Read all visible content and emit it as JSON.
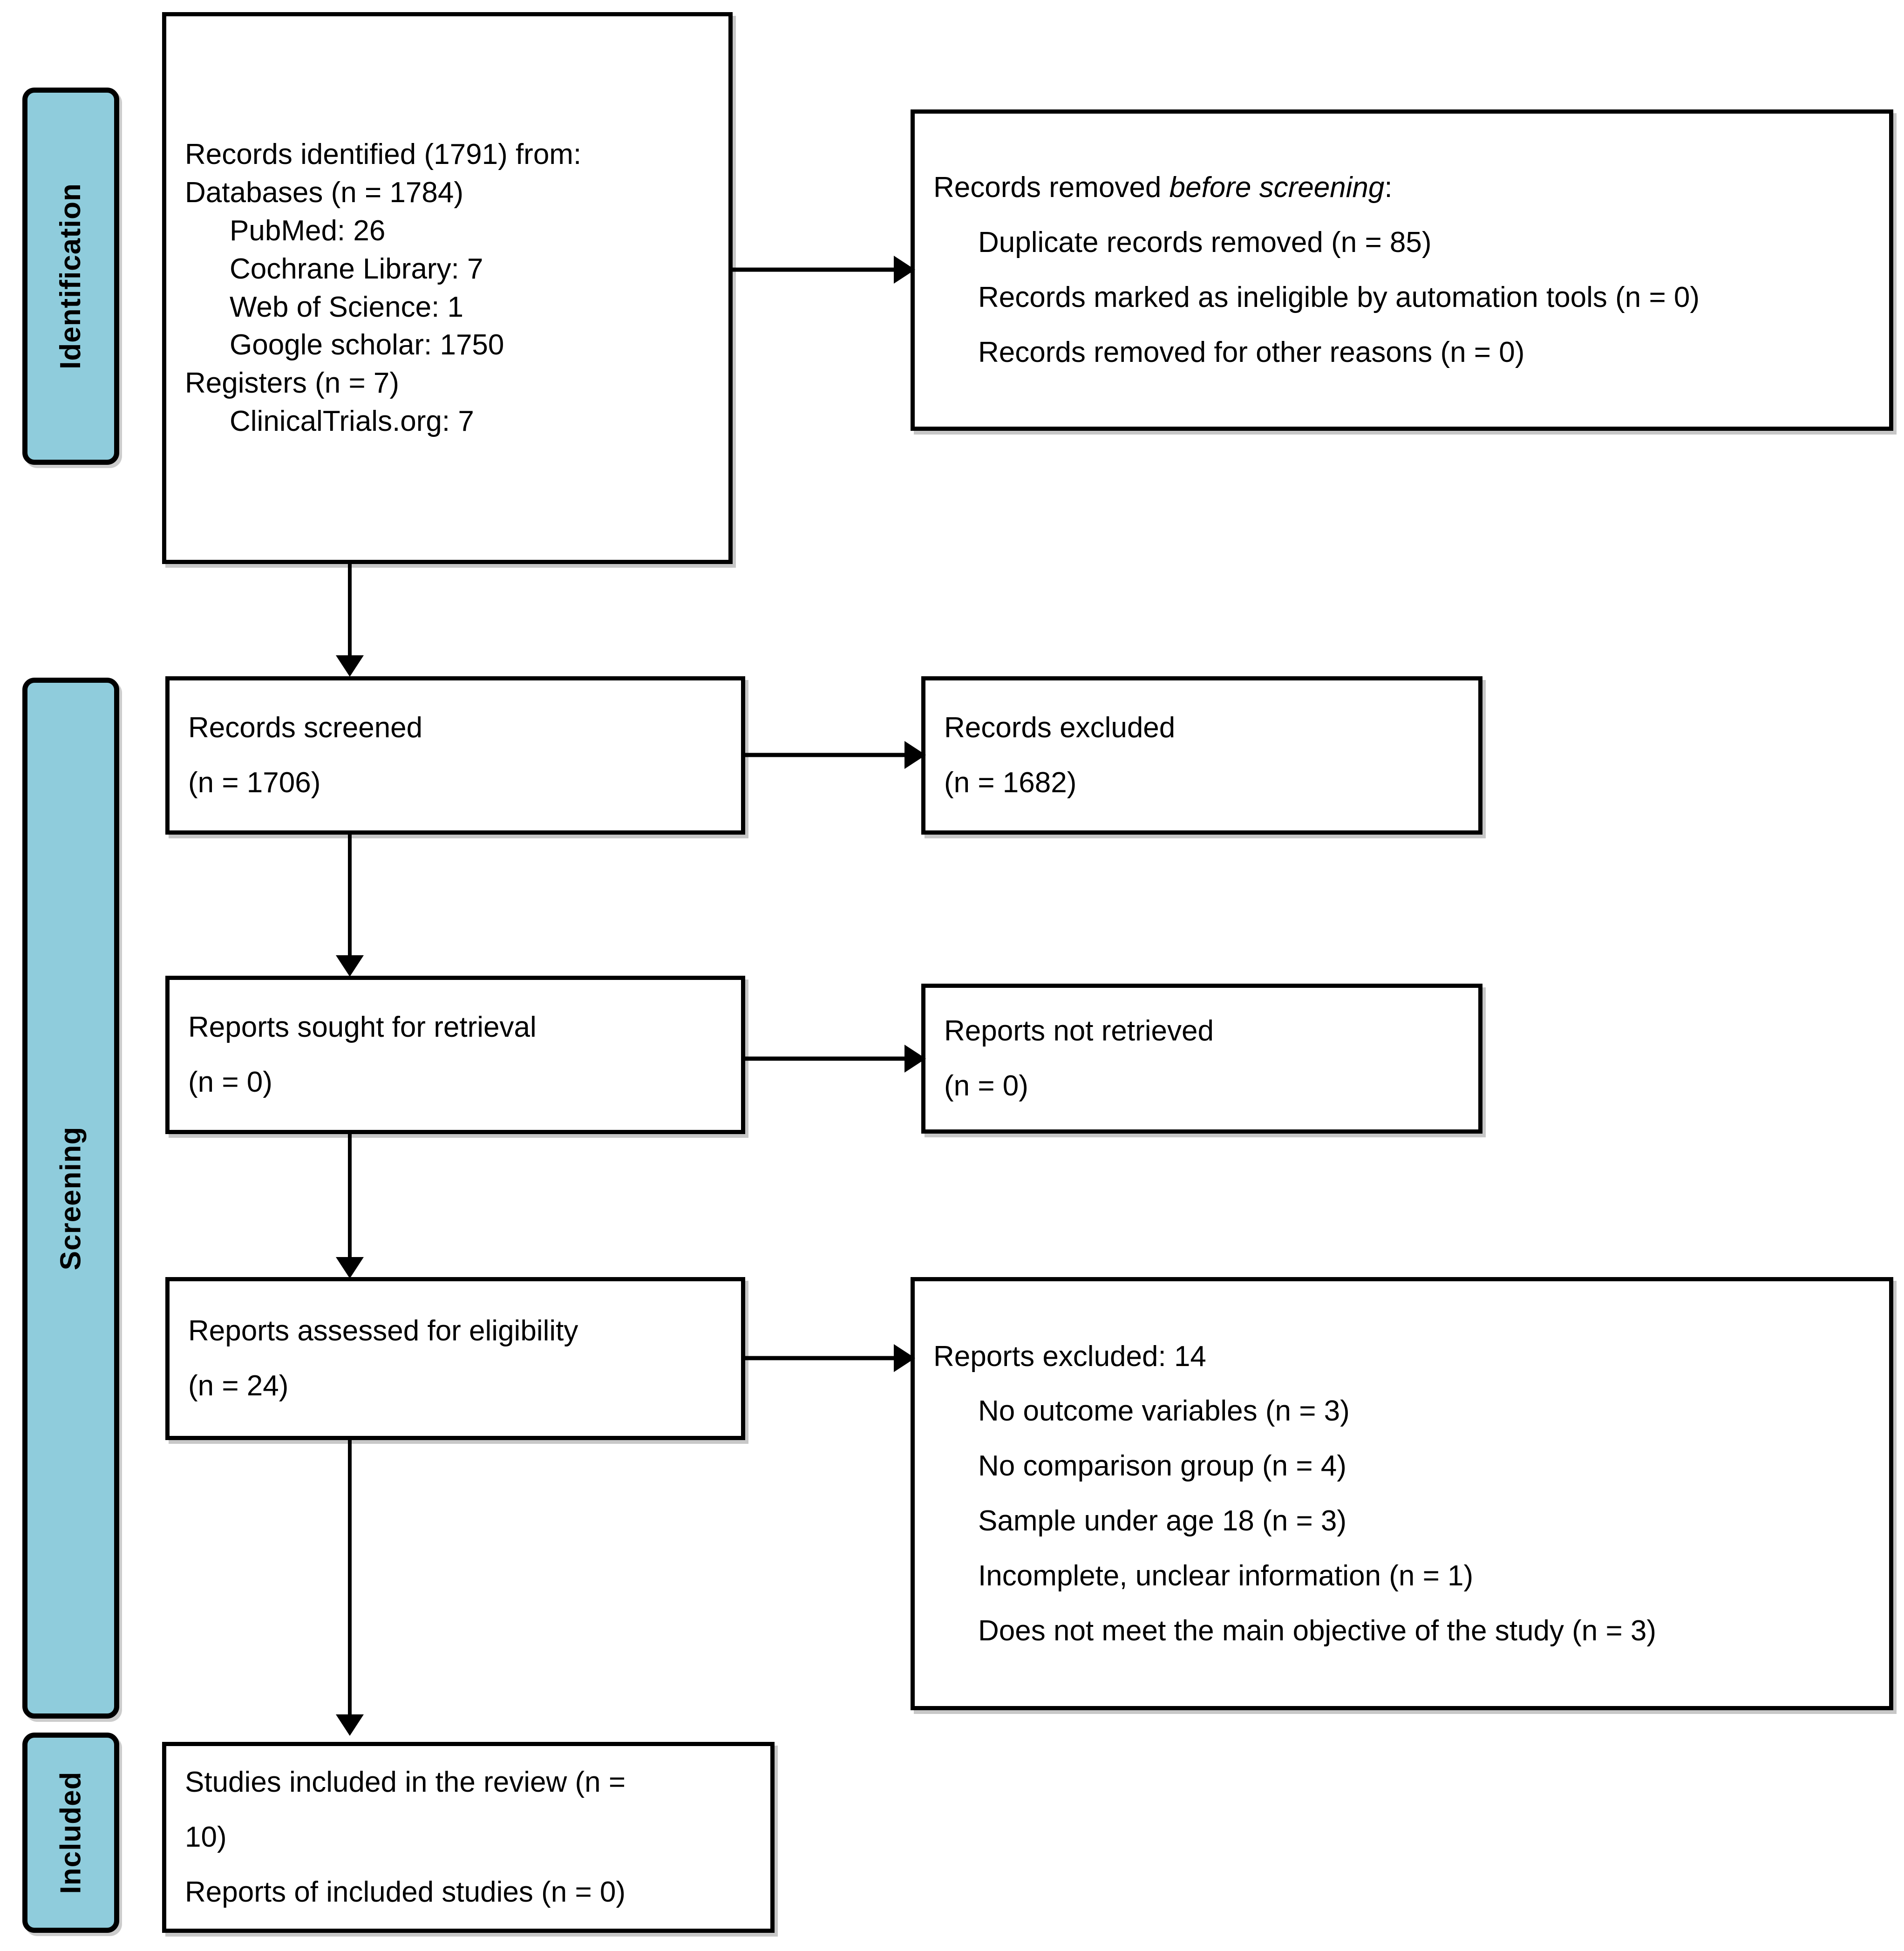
{
  "diagram": {
    "type": "prisma-flow-diagram",
    "accent_color": "#8FCCDC",
    "border_color": "#000000",
    "background_color": "#FFFFFF"
  },
  "stages": [
    {
      "key": "identification",
      "label": "Identification"
    },
    {
      "key": "screening",
      "label": "Screening"
    },
    {
      "key": "included",
      "label": "Included"
    }
  ],
  "boxes": {
    "records_identified": {
      "lines": [
        {
          "text": "Records identified (1791) from:",
          "indent": 0
        },
        {
          "text": "Databases (n = 1784)",
          "indent": 0
        },
        {
          "text": "PubMed: 26",
          "indent": 1
        },
        {
          "text": "Cochrane Library: 7",
          "indent": 1
        },
        {
          "text": "Web of Science: 1",
          "indent": 1
        },
        {
          "text": "Google scholar: 1750",
          "indent": 1
        },
        {
          "text": "Registers (n = 7)",
          "indent": 0
        },
        {
          "text": "ClinicalTrials.org: 7",
          "indent": 1
        }
      ]
    },
    "records_removed": {
      "heading_prefix": "Records removed ",
      "heading_italic": "before screening",
      "heading_suffix": ":",
      "lines": [
        {
          "text": "Duplicate records removed (n = 85)",
          "indent": 1
        },
        {
          "text": "Records marked as ineligible by automation tools (n = 0)",
          "indent": 1
        },
        {
          "text": "Records removed for other reasons (n = 0)",
          "indent": 1
        }
      ]
    },
    "records_screened": {
      "lines": [
        {
          "text": "Records screened",
          "indent": 0
        },
        {
          "text": "(n = 1706)",
          "indent": 0
        }
      ]
    },
    "records_excluded": {
      "lines": [
        {
          "text": "Records excluded",
          "indent": 0
        },
        {
          "text": "(n = 1682)",
          "indent": 0
        }
      ]
    },
    "reports_sought": {
      "lines": [
        {
          "text": "Reports sought for retrieval",
          "indent": 0
        },
        {
          "text": "(n = 0)",
          "indent": 0
        }
      ]
    },
    "reports_not_retrieved": {
      "lines": [
        {
          "text": "Reports not retrieved",
          "indent": 0
        },
        {
          "text": "(n = 0)",
          "indent": 0
        }
      ]
    },
    "reports_assessed": {
      "lines": [
        {
          "text": "Reports assessed for eligibility",
          "indent": 0
        },
        {
          "text": "(n = 24)",
          "indent": 0
        }
      ]
    },
    "reports_excluded": {
      "lines": [
        {
          "text": "Reports excluded: 14",
          "indent": 0
        },
        {
          "text": "No outcome variables (n = 3)",
          "indent": 1
        },
        {
          "text": "No comparison group (n = 4)",
          "indent": 1
        },
        {
          "text": "Sample under age 18 (n = 3)",
          "indent": 1
        },
        {
          "text": "Incomplete, unclear information (n = 1)",
          "indent": 1
        },
        {
          "text": "Does not meet the main objective of the study (n = 3)",
          "indent": 1
        }
      ]
    },
    "studies_included": {
      "lines": [
        {
          "text": "Studies included in the review (n =",
          "indent": 0
        },
        {
          "text": "10)",
          "indent": 0
        },
        {
          "text": "Reports of included studies (n = 0)",
          "indent": 0
        }
      ]
    }
  },
  "counts": {
    "records_identified_total": 1791,
    "databases_total": 1784,
    "pubmed": 26,
    "cochrane_library": 7,
    "web_of_science": 1,
    "google_scholar": 1750,
    "registers_total": 7,
    "clinicaltrials_org": 7,
    "duplicate_records_removed": 85,
    "records_marked_ineligible_automation": 0,
    "records_removed_other_reasons": 0,
    "records_screened": 1706,
    "records_excluded": 1682,
    "reports_sought_for_retrieval": 0,
    "reports_not_retrieved": 0,
    "reports_assessed_for_eligibility": 24,
    "reports_excluded_total": 14,
    "excl_no_outcome_variables": 3,
    "excl_no_comparison_group": 4,
    "excl_sample_under_18": 3,
    "excl_incomplete_unclear": 1,
    "excl_not_main_objective": 3,
    "studies_included_in_review": 10,
    "reports_of_included_studies": 0
  }
}
